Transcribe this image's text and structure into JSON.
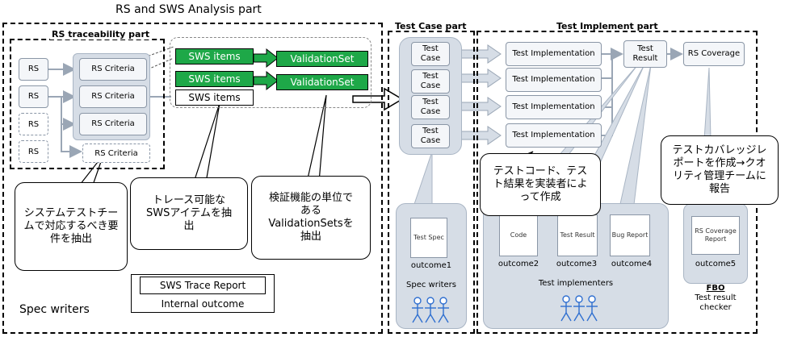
{
  "title": "RS and SWS Analysis part",
  "parts": {
    "rs_traceability": "RS traceability part",
    "test_case": "Test Case part",
    "test_implement": "Test Implement part"
  },
  "rs_nodes": [
    "RS",
    "RS",
    "RS",
    "RS"
  ],
  "rs_criteria": [
    "RS Criteria",
    "RS Criteria",
    "RS Criteria",
    "RS Criteria"
  ],
  "sws_items": [
    "SWS items",
    "SWS items",
    "SWS items"
  ],
  "validation_sets": [
    "ValidationSet",
    "ValidationSet"
  ],
  "callouts": {
    "system_test": "システムテストチームで対応するべき要件を抽出",
    "traceable": "トレース可能なSWSアイテムを抽出",
    "validation": "検証機能の単位であるValidationSetsを抽出",
    "test_code": "テストコード、テスト結果を実装者によって作成",
    "coverage": "テストカバレッジレポートを作成→クオリティ管理チームに報告"
  },
  "sws_trace_report": "SWS Trace Report",
  "internal_outcome": "Internal outcome",
  "spec_writers_left": "Spec writers",
  "test_cases": [
    "Test Case",
    "Test Case",
    "Test Case",
    "Test Case"
  ],
  "test_implementations": [
    "Test Implementation",
    "Test Implementation",
    "Test Implementation",
    "Test Implementation"
  ],
  "test_result": "Test Result",
  "rs_coverage": "RS Coverage",
  "docs": {
    "test_spec": "Test Spec",
    "code": "Code",
    "test_result": "Test Result",
    "bug_report": "Bug Report",
    "rs_coverage_report": "RS Coverage Report"
  },
  "outcomes": [
    "outcome1",
    "outcome2",
    "outcome3",
    "outcome4",
    "outcome5"
  ],
  "roles": {
    "spec_writers": "Spec writers",
    "test_implementers": "Test implementers",
    "fbo": "FBO",
    "test_result_checker": "Test result checker"
  },
  "colors": {
    "green": "#1ea848",
    "gray_fill": "#d6dde6",
    "person_blue": "#2f6fd0"
  }
}
